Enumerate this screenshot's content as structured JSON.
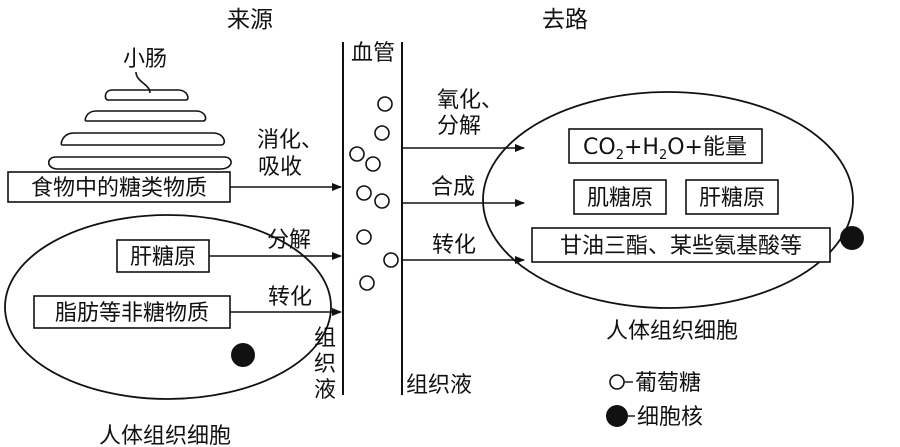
{
  "headers": {
    "source": "来源",
    "destination": "去路"
  },
  "vessel": {
    "blood_vessel": "血管",
    "tissue_fluid_left": "组织液",
    "tissue_fluid_right": "组织液"
  },
  "intestine": {
    "label": "小肠"
  },
  "sources": {
    "food_box": "食物中的糖类物质",
    "digest_label": "消化、吸收",
    "liver_glycogen_box": "肝糖原",
    "decompose_label": "分解",
    "nonsugar_box": "脂肪等非糖物质",
    "convert_label": "转化",
    "cell_label": "人体组织细胞"
  },
  "destinations": {
    "oxidize_label": "氧化、分解",
    "energy_box": {
      "co": "CO",
      "sub2": "2",
      "plus_h": "+H",
      "sub2b": "2",
      "rest": "O+能量"
    },
    "synth_label": "合成",
    "muscle_glycogen_box": "肌糖原",
    "liver_glycogen_box": "肝糖原",
    "convert_label": "转化",
    "triglyceride_box": "甘油三酯、某些氨基酸等",
    "cell_label": "人体组织细胞"
  },
  "legend": {
    "glucose": "葡萄糖",
    "nucleus": "细胞核"
  }
}
